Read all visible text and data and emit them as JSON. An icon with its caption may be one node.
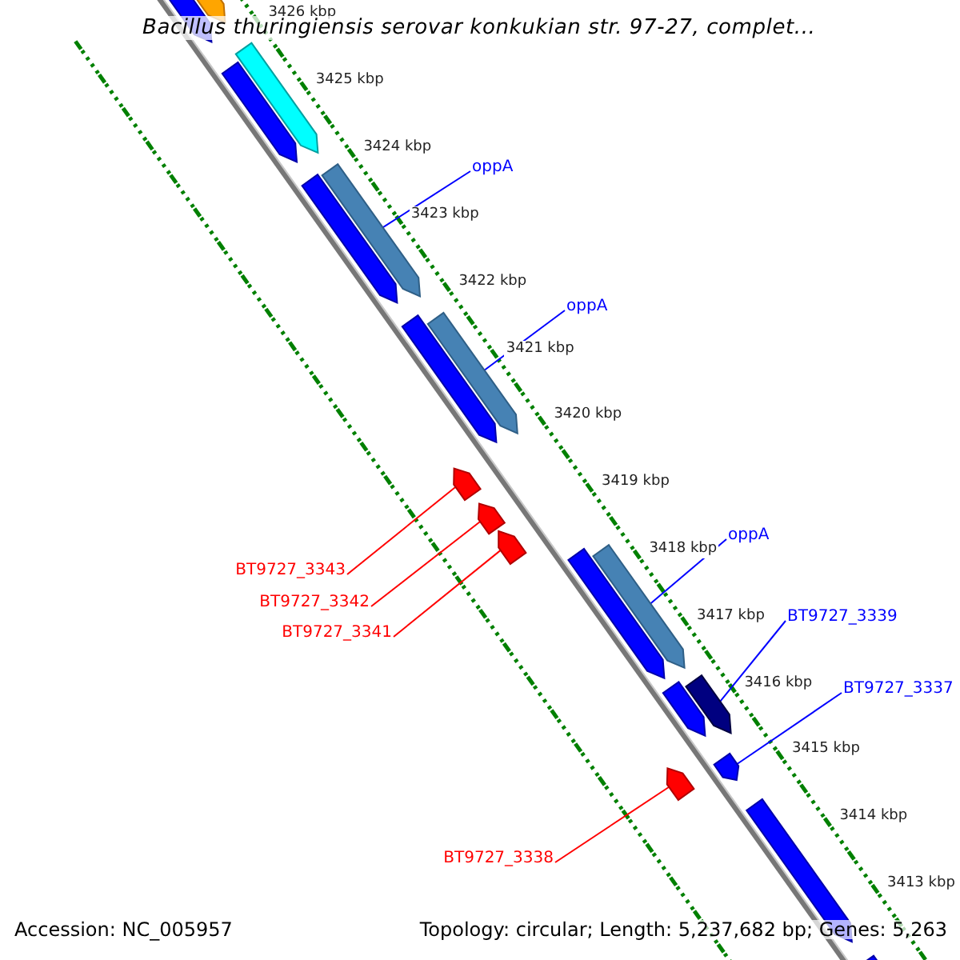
{
  "diagram": {
    "title": "Bacillus thuringiensis serovar konkukian str. 97-27, complet...",
    "nodes": [
      {
        "text": [
          "oppA"
        ]
      },
      {
        "text": [
          "oppA"
        ]
      },
      {
        "text": [
          "oppA"
        ]
      },
      {
        "text": [
          "BT9727_3343"
        ]
      },
      {
        "text": [
          "BT9727_3342"
        ]
      },
      {
        "text": [
          "BT9727_3339"
        ]
      },
      {
        "text": [
          "BT9727_3341"
        ]
      },
      {
        "text": [
          "BT9727_3337"
        ]
      },
      {
        "text": [
          "BT9727_3338"
        ]
      },
      {
        "text": [],
        "shape": "arrow"
      },
      {
        "text": [],
        "shape": "arrow"
      },
      {
        "text": [],
        "shape": "arrow"
      },
      {
        "text": [],
        "shape": "arrow"
      },
      {
        "text": [],
        "shape": "arrow"
      },
      {
        "text": [],
        "shape": "arrow"
      },
      {
        "text": [],
        "shape": "arrow"
      },
      {
        "text": [],
        "shape": "arrow"
      },
      {
        "text": [],
        "shape": "arrow"
      }
    ],
    "edges": [
      {
        "from": 0,
        "to": 9,
        "arrow": "none"
      },
      {
        "from": 1,
        "to": 10,
        "arrow": "none"
      },
      {
        "from": 2,
        "to": 14,
        "arrow": "none"
      },
      {
        "from": 3,
        "to": 11,
        "arrow": "none",
        "color": "#ff0000"
      },
      {
        "from": 4,
        "to": 12,
        "arrow": "none",
        "color": "#ff0000"
      },
      {
        "from": 5,
        "to": 15,
        "arrow": "none"
      },
      {
        "from": 6,
        "to": 13,
        "arrow": "none",
        "color": "#ff0000"
      },
      {
        "from": 7,
        "to": 17,
        "arrow": "none"
      },
      {
        "from": 8,
        "to": 16,
        "arrow": "none",
        "color": "#ff0000"
      }
    ],
    "labels": [
      "3426 kbp",
      "3425 kbp",
      "3424 kbp",
      "3423 kbp",
      "3422 kbp",
      "3421 kbp",
      "3420 kbp",
      "3419 kbp",
      "3418 kbp",
      "3417 kbp",
      "3416 kbp",
      "3415 kbp",
      "3414 kbp",
      "3413 kbp",
      "Accession: NC_005957",
      "Topology: circular; Length: 5,237,682 bp; Genes: 5,263"
    ]
  }
}
